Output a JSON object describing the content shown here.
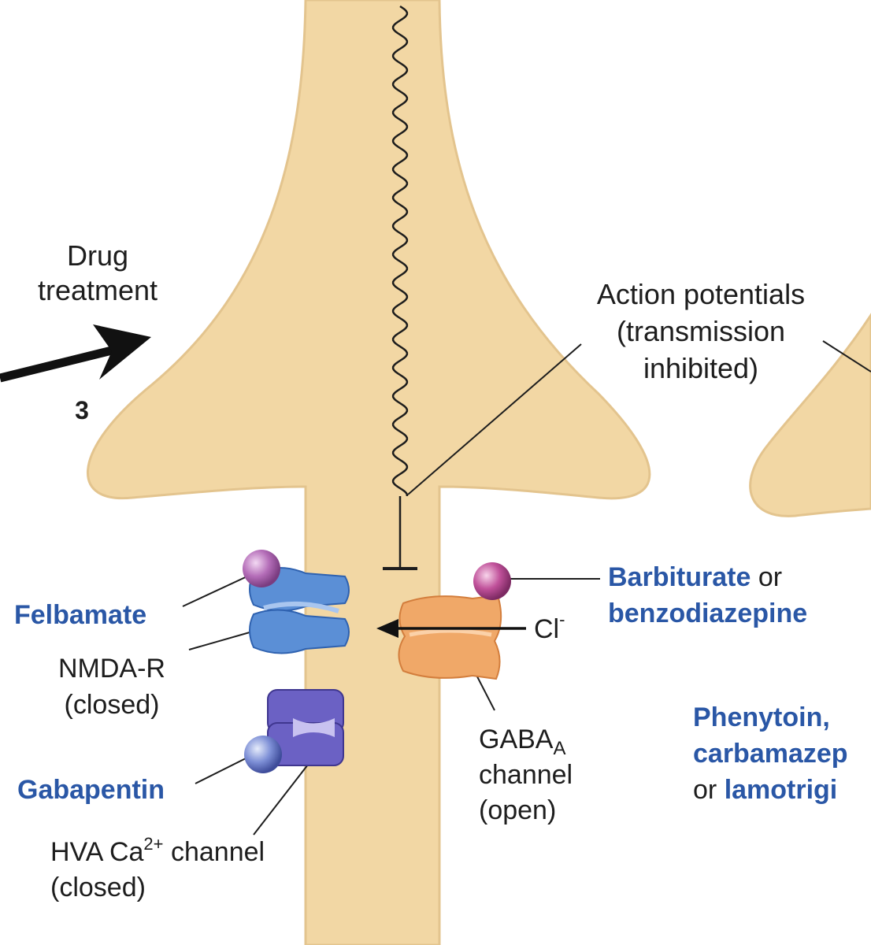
{
  "labels": {
    "drug_line1": "Drug",
    "drug_line2": "treatment",
    "step_number": "3",
    "ap_line1": "Action potentials",
    "ap_line2": "(transmission",
    "ap_line3": "inhibited)",
    "felbamate": "Felbamate",
    "nmda_line1": "NMDA-R",
    "nmda_line2": "(closed)",
    "gabapentin": "Gabapentin",
    "hva_prefix": "HVA Ca",
    "hva_sup": "2+",
    "hva_suffix": " channel",
    "hva_line2": "(closed)",
    "chloride": "Cl",
    "chloride_sup": "-",
    "gaba_prefix": "GABA",
    "gaba_sub": "A",
    "gaba_line2": "channel",
    "gaba_line3": "(open)",
    "barbiturate": "Barbiturate",
    "or_word": " or",
    "benzodiazepine": "benzodiazepine",
    "phenytoin": "Phenytoin,",
    "carbamazepine": "carbamazep",
    "or_word2": "or ",
    "lamotrigine": "lamotrigi"
  },
  "colors": {
    "neuron": "#f2d7a4",
    "neuron_edge": "#e0bd80",
    "drug_label": "#2a57a6",
    "nmda": "#5b8fd6",
    "calcium_channel": "#6b61c4",
    "gaba_channel": "#f0a868",
    "drug_ball": "#b56ab8"
  }
}
